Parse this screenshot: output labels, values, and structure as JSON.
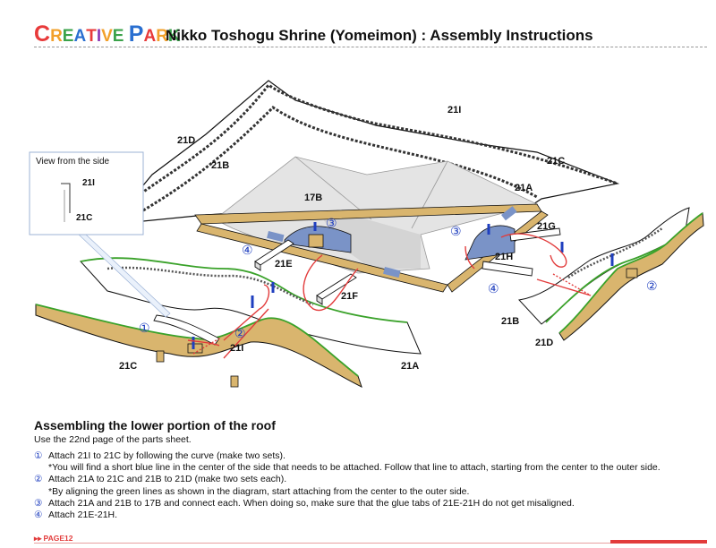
{
  "header": {
    "brand_letters": [
      "C",
      "R",
      "E",
      "A",
      "T",
      "I",
      "V",
      "E",
      " ",
      "P",
      "A",
      "R",
      "K"
    ],
    "brand_colors": [
      "#e83a3a",
      "#f2a02b",
      "#3aa24a",
      "#2a6fd0",
      "#e83a3a",
      "#8b3ab6",
      "#f2a02b",
      "#3aa24a",
      "#ffffff",
      "#2a6fd0",
      "#e83a3a",
      "#f2a02b",
      "#3aa24a"
    ],
    "title": "Nikko Toshogu Shrine (Yomeimon) : Assembly Instructions"
  },
  "diagram": {
    "labels": {
      "top_21I": "21I",
      "top_21D": "21D",
      "top_21B": "21B",
      "top_21C": "21C",
      "top_21A": "21A",
      "center_17B": "17B",
      "left_21E": "21E",
      "left_21F": "21F",
      "right_21G": "21G",
      "right_21H": "21H",
      "left_21C": "21C",
      "left_21I": "21I",
      "left_21A": "21A",
      "right_21B": "21B",
      "right_21D": "21D"
    },
    "side_view": {
      "title": "View from the side",
      "label_a": "21I",
      "label_b": "21C"
    },
    "step_markers": [
      "①",
      "②",
      "③",
      "④"
    ]
  },
  "instructions": {
    "title": "Assembling the lower portion of the roof",
    "subtitle": "Use the 22nd page of the parts sheet.",
    "steps": [
      {
        "num": "①",
        "text": "Attach 21I to 21C by following the curve (make two sets).",
        "note": "*You will find a short blue line in the center of the side that needs to be attached. Follow that line to attach, starting from the center to the outer side."
      },
      {
        "num": "②",
        "text": "Attach 21A to 21C and 21B to 21D (make two sets each).",
        "note": "*By aligning the green lines as shown in the diagram, start attaching from the center to the outer side."
      },
      {
        "num": "③",
        "text": "Attach 21A and 21B to 17B and connect each. When doing so, make sure that the glue tabs of 21E-21H do not get misaligned.",
        "note": ""
      },
      {
        "num": "④",
        "text": "Attach 21E-21H.",
        "note": ""
      }
    ]
  },
  "footer": {
    "arrow": "▸▸",
    "page": "PAGE12"
  },
  "colors": {
    "accent_red": "#e23b3b",
    "step_blue": "#1f3fbf",
    "tan": "#d9b56e",
    "green_edge": "#3aa22a",
    "grey_fill": "#d9d9d9"
  }
}
